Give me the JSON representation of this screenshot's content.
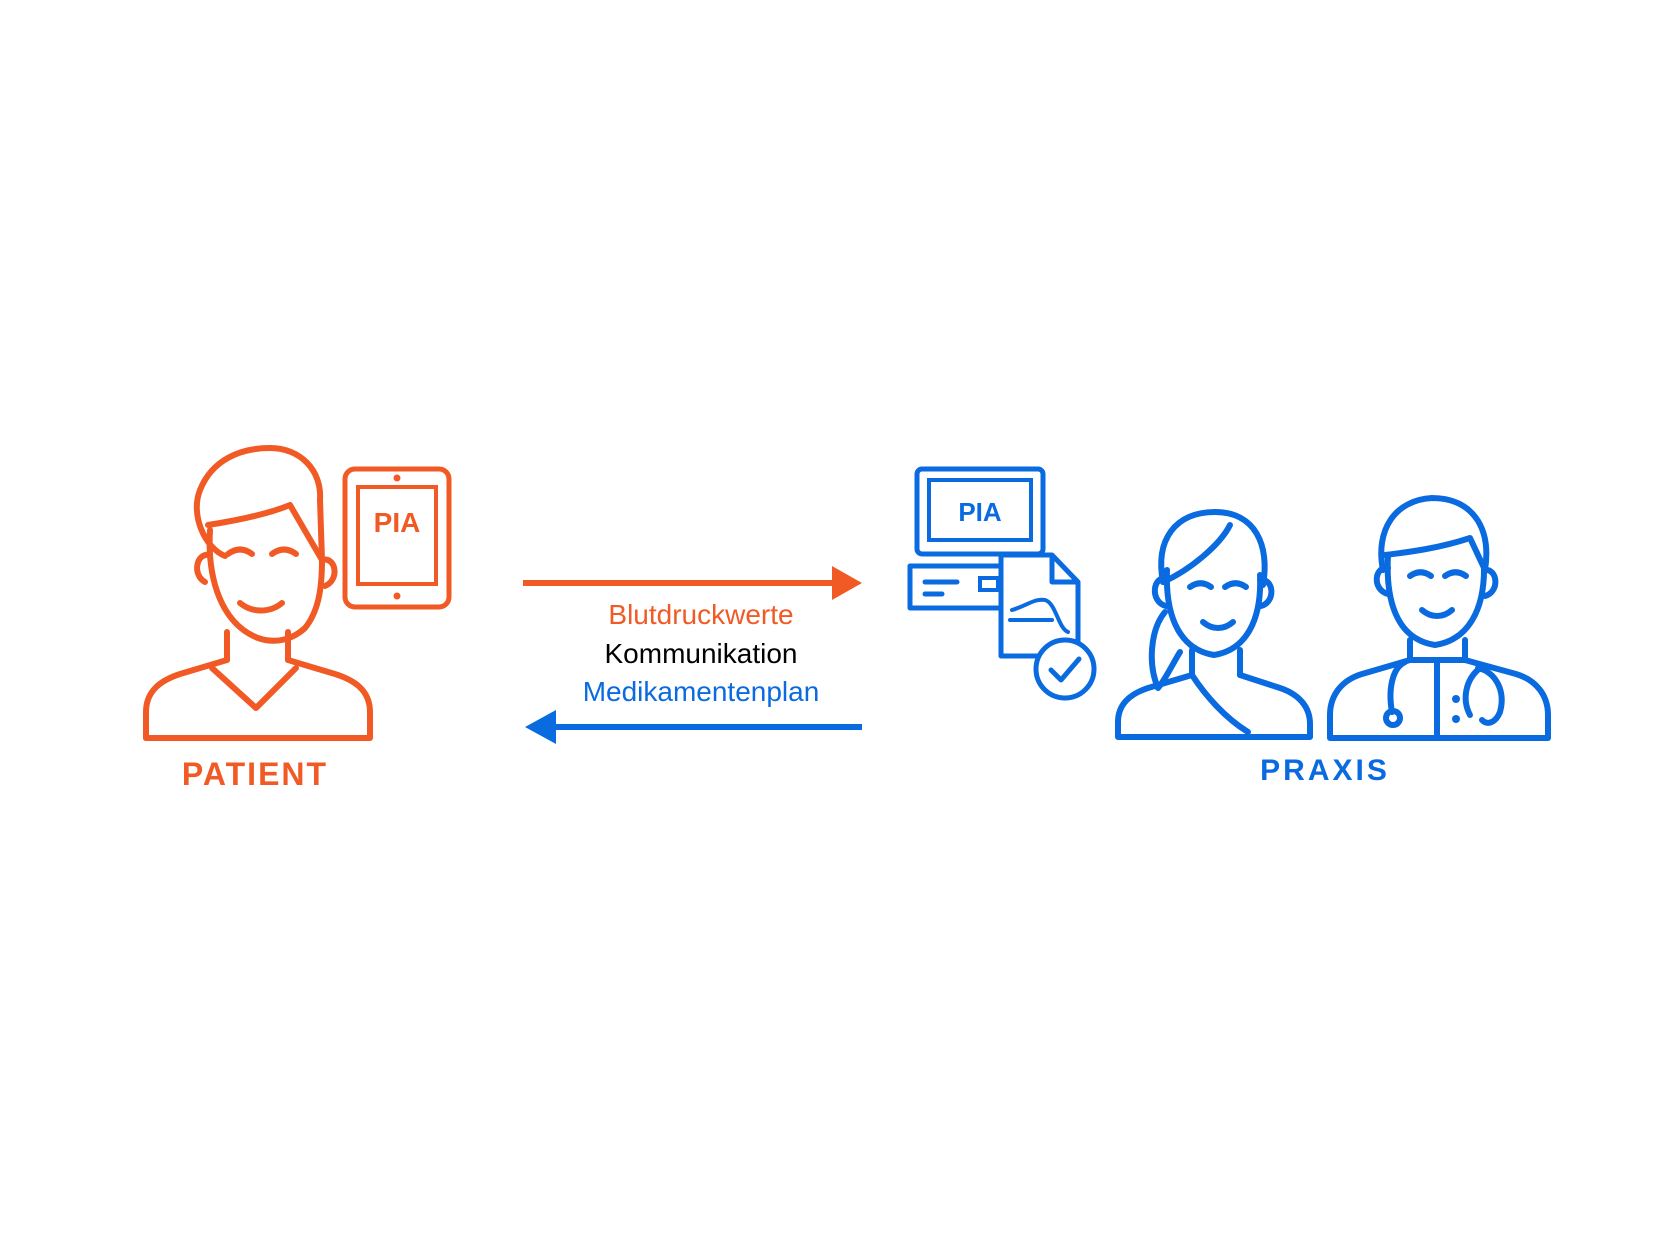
{
  "colors": {
    "patient": "#F15A24",
    "praxis": "#0A6BE0",
    "text": "#000000",
    "background": "#FFFFFF"
  },
  "patient": {
    "label": "PATIENT",
    "tablet_label": "PIA"
  },
  "praxis": {
    "label": "PRAXIS",
    "monitor_label": "PIA"
  },
  "flows": {
    "to_praxis": "Blutdruckwerte",
    "both": "Kommunikation",
    "to_patient": "Medikamentenplan"
  },
  "icons": {
    "patient_person": "person-icon",
    "tablet": "tablet-icon",
    "computer": "computer-icon",
    "document": "document-chart-icon",
    "check": "checkmark-circle-icon",
    "nurse": "nurse-icon",
    "doctor": "doctor-icon"
  }
}
